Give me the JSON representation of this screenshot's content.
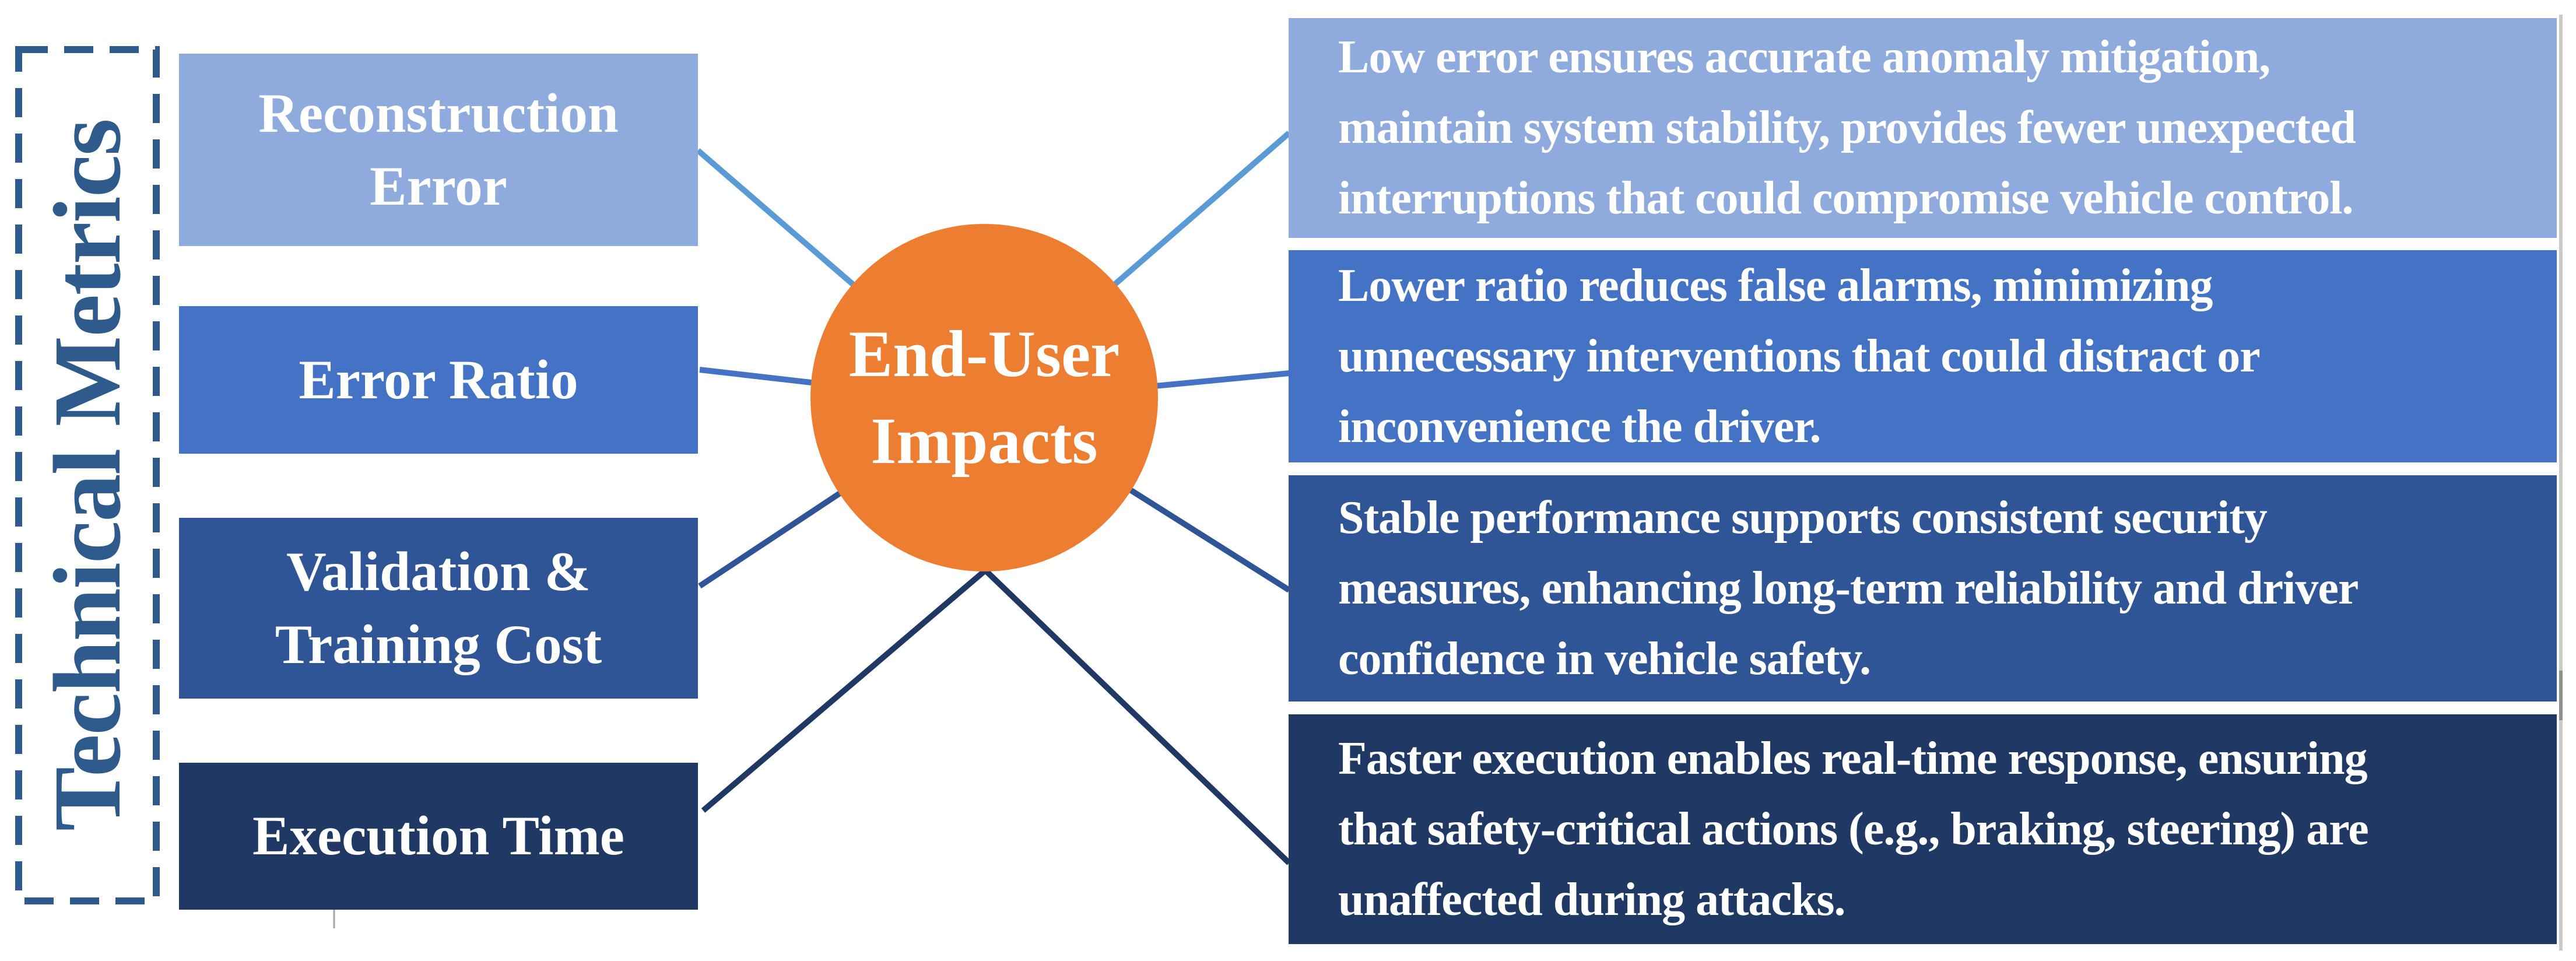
{
  "sidebar": {
    "label": "Technical Metrics",
    "border_color": "#2E5A8C",
    "text_color": "#2E5A8C",
    "border_style": "dashed"
  },
  "hub": {
    "lines": [
      "End-User",
      "Impacts"
    ],
    "color": "#ED7D31",
    "text_color": "#FFFFFF",
    "shape": "circle"
  },
  "left_boxes": [
    {
      "lines": [
        "Reconstruction",
        "Error"
      ],
      "color": "#8FAADC"
    },
    {
      "lines": [
        "Error Ratio"
      ],
      "color": "#4472C4"
    },
    {
      "lines": [
        "Validation &",
        "Training Cost"
      ],
      "color": "#2F5597"
    },
    {
      "lines": [
        "Execution Time"
      ],
      "color": "#1F3864"
    }
  ],
  "right_boxes": [
    {
      "color": "#8FAADC",
      "lines": [
        "Low error ensures accurate anomaly mitigation,",
        "maintain system stability, provides fewer unexpected",
        "interruptions that could compromise vehicle control."
      ]
    },
    {
      "color": "#4472C4",
      "lines": [
        "Lower ratio reduces false alarms, minimizing",
        "unnecessary interventions that could distract or",
        "inconvenience the driver."
      ]
    },
    {
      "color": "#2F5597",
      "lines": [
        "Stable performance supports consistent security",
        "measures, enhancing long-term reliability and driver",
        "confidence in vehicle safety."
      ]
    },
    {
      "color": "#1F3864",
      "lines": [
        "Faster execution enables real-time response, ensuring",
        "that safety-critical actions (e.g., braking, steering) are",
        "unaffected during attacks."
      ]
    }
  ],
  "connectors": [
    {
      "from": "reconstruction-error",
      "to": "end-user-impacts",
      "color": "#5B9BD5"
    },
    {
      "from": "error-ratio",
      "to": "end-user-impacts",
      "color": "#4472C4"
    },
    {
      "from": "validation-training-cost",
      "to": "end-user-impacts",
      "color": "#2F5597"
    },
    {
      "from": "execution-time",
      "to": "end-user-impacts",
      "color": "#1F3864"
    },
    {
      "from": "end-user-impacts",
      "to": "impact-low-error",
      "color": "#5B9BD5"
    },
    {
      "from": "end-user-impacts",
      "to": "impact-lower-ratio",
      "color": "#4472C4"
    },
    {
      "from": "end-user-impacts",
      "to": "impact-stable-performance",
      "color": "#2F5597"
    },
    {
      "from": "end-user-impacts",
      "to": "impact-faster-execution",
      "color": "#1F3864"
    }
  ],
  "artifacts": {
    "stray_tick_color": "#A6A6A6",
    "scrollbar_track_color": "#C9C9C9",
    "scrollbar_thumb_color": "#8F8F8F"
  }
}
